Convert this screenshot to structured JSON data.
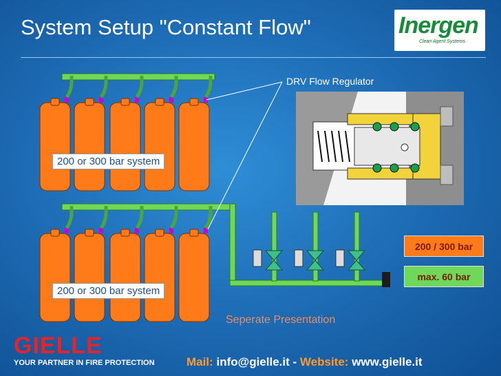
{
  "title": "System Setup \"Constant Flow\"",
  "logo": {
    "name": "Inergen",
    "subtitle": "Clean Agent Systems"
  },
  "regulator_label": "DRV Flow Regulator",
  "system_top_label": "200 or 300 bar system",
  "system_bottom_label": "200 or 300 bar system",
  "legend": {
    "high_pressure": "200 / 300 bar",
    "low_pressure": "max. 60 bar",
    "high_color": "#ff7b1a",
    "low_color": "#6fd85a"
  },
  "separate_presentation": "Seperate Presentation",
  "company": {
    "name": "GIELLE",
    "tagline": "YOUR PARTNER IN FIRE PROTECTION"
  },
  "footer": {
    "mail_label": "Mail:",
    "mail_value": "info@gielle.it",
    "separator": "-",
    "website_label": "Website:",
    "website_value": "www.gielle.it"
  },
  "colors": {
    "cylinder": "#ff7b1a",
    "pipe": "#6fd85a",
    "valve_purple": "#cc00cc"
  }
}
